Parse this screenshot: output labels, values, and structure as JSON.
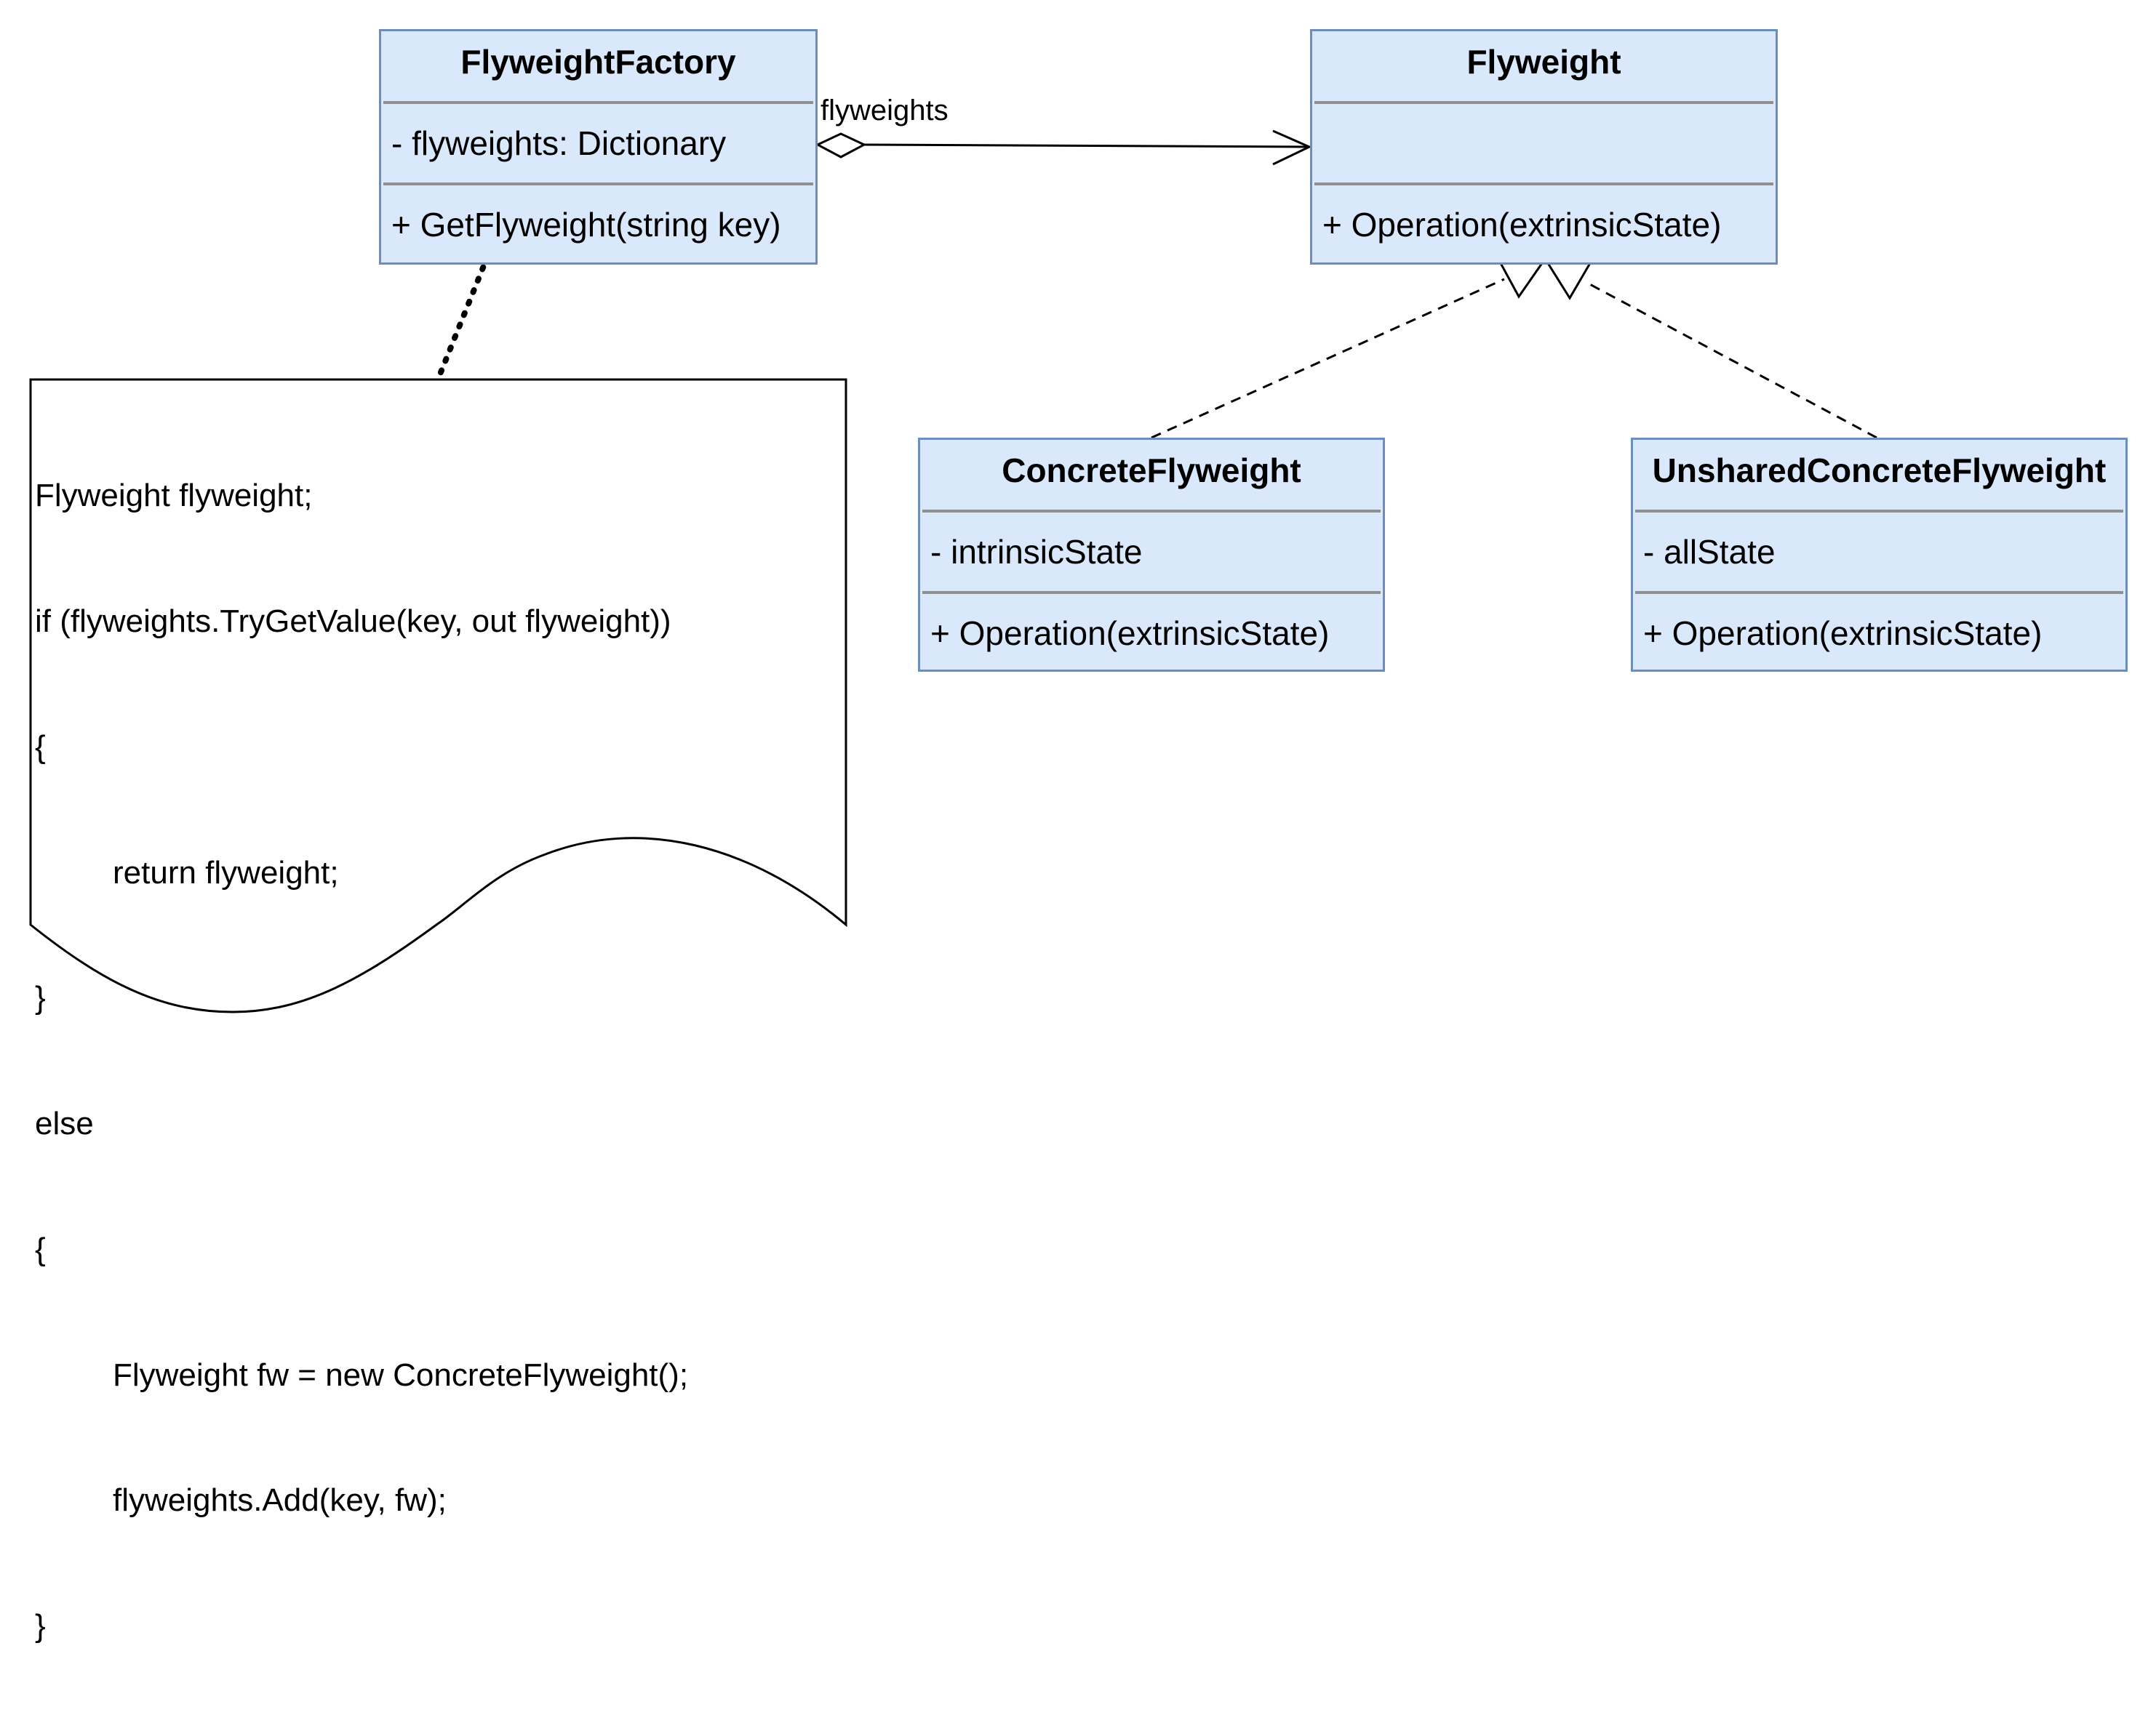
{
  "factory": {
    "name": "FlyweightFactory",
    "attribute": "- flyweights: Dictionary",
    "method": "+ GetFlyweight(string key)"
  },
  "flyweight": {
    "name": "Flyweight",
    "attribute": "",
    "method": "+ Operation(extrinsicState)"
  },
  "concrete": {
    "name": "ConcreteFlyweight",
    "attribute": "- intrinsicState",
    "method": "+ Operation(extrinsicState)"
  },
  "unshared": {
    "name": "UnsharedConcreteFlyweight",
    "attribute": "- allState",
    "method": "+ Operation(extrinsicState)"
  },
  "association": {
    "label": "flyweights"
  },
  "note": {
    "lines": [
      "Flyweight flyweight;",
      "if (flyweights.TryGetValue(key, out flyweight))",
      "{",
      "return flyweight;",
      "}",
      "else",
      "{",
      "Flyweight fw = new ConcreteFlyweight();",
      "flyweights.Add(key, fw);",
      "}"
    ]
  },
  "colors": {
    "class_fill": "#dae8fc",
    "class_stroke": "#6c8ebf",
    "separator": "#909090",
    "line": "#000000"
  }
}
